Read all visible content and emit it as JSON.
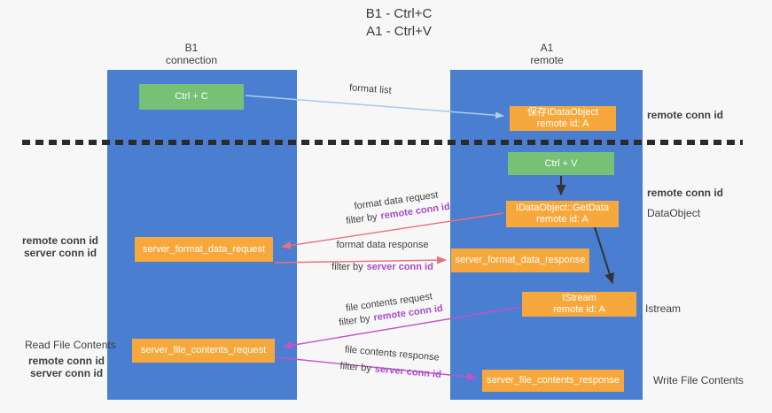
{
  "title": {
    "line1": "B1 - Ctrl+C",
    "line2": "A1 - Ctrl+V"
  },
  "lifelines": {
    "left": {
      "name": "B1",
      "subtitle": "connection"
    },
    "right": {
      "name": "A1",
      "subtitle": "remote"
    }
  },
  "nodes": {
    "ctrl_c": {
      "label": "Ctrl + C"
    },
    "save_idataobject": {
      "line1": "保存IDataObject",
      "line2": "remote id: A"
    },
    "ctrl_v": {
      "label": "Ctrl + V"
    },
    "getdata": {
      "line1": "IDataObject::GetData",
      "line2": "remote id: A"
    },
    "server_format_data_request": {
      "label": "server_format_data_request"
    },
    "server_format_data_response": {
      "label": "server_format_data_response"
    },
    "istream": {
      "line1": "IStream",
      "line2": "remote id: A"
    },
    "server_file_contents_request": {
      "label": "server_file_contents_request"
    },
    "server_file_contents_response": {
      "label": "server_file_contents_response"
    }
  },
  "arrows": {
    "format_list": {
      "label": "format list"
    },
    "format_data_request": {
      "label": "format data request"
    },
    "format_data_response": {
      "label": "format data response"
    },
    "file_contents_request": {
      "label": "file contents request"
    },
    "file_contents_response": {
      "label": "file contents response"
    }
  },
  "tokens": {
    "filter_by": "filter by",
    "remote_conn_id": "remote conn id",
    "server_conn_id": "server conn id"
  },
  "side_labels": {
    "right_remote_conn_id_top": "remote conn id",
    "right_remote_conn_id_mid": "remote conn id",
    "right_dataobject": "DataObject",
    "right_istream": "Istream",
    "right_write_file_contents": "Write File Contents",
    "left_remote_conn_id_top": "remote conn id",
    "left_server_conn_id_top": "server conn id",
    "left_read_file_contents": "Read File Contents",
    "left_remote_conn_id_bottom": "remote conn id",
    "left_server_conn_id_bottom": "server conn id"
  },
  "colors": {
    "lifeline_blue": "#4a7ed1",
    "node_green": "#76c175",
    "node_orange": "#f7a83c",
    "arrow_light_blue": "#a9cdec",
    "arrow_red": "#e8717b",
    "arrow_magenta": "#c653c6",
    "arrow_black": "#333333",
    "remote_conn_id_purple": "#a64dc8",
    "server_conn_id_green": "#5cbe74"
  }
}
